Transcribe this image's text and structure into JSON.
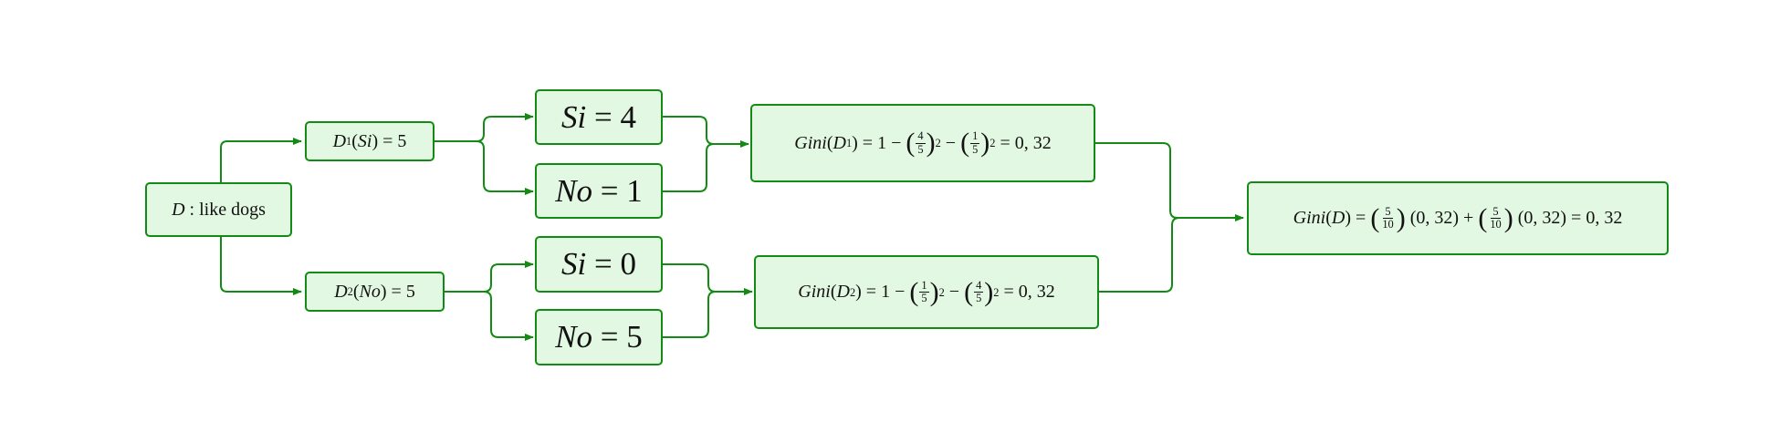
{
  "root": {
    "symbol": "D",
    "label": ": like dogs"
  },
  "split_yes": {
    "sym": "D",
    "sub": "1",
    "arg": "Si",
    "value": "5"
  },
  "split_no": {
    "sym": "D",
    "sub": "2",
    "arg": "No",
    "value": "5"
  },
  "leaf_yes_si": {
    "var": "Si",
    "value": "4"
  },
  "leaf_yes_no": {
    "var": "No",
    "value": "1"
  },
  "leaf_no_si": {
    "var": "Si",
    "value": "0"
  },
  "leaf_no_no": {
    "var": "No",
    "value": "5"
  },
  "gini_1": {
    "fn": "Gini",
    "sym": "D",
    "sub": "1",
    "one": "1",
    "f1_num": "4",
    "f1_den": "5",
    "f2_num": "1",
    "f2_den": "5",
    "pow": "2",
    "result": "0, 32"
  },
  "gini_2": {
    "fn": "Gini",
    "sym": "D",
    "sub": "2",
    "one": "1",
    "f1_num": "1",
    "f1_den": "5",
    "f2_num": "4",
    "f2_den": "5",
    "pow": "2",
    "result": "0, 32"
  },
  "gini_total": {
    "fn": "Gini",
    "sym": "D",
    "w1_num": "5",
    "w1_den": "10",
    "g1": "(0, 32)",
    "w2_num": "5",
    "w2_den": "10",
    "g2": "(0, 32)",
    "result": "0, 32"
  },
  "colors": {
    "border": "#138a13",
    "fill": "#e2f8e2",
    "edge": "#138a13"
  }
}
